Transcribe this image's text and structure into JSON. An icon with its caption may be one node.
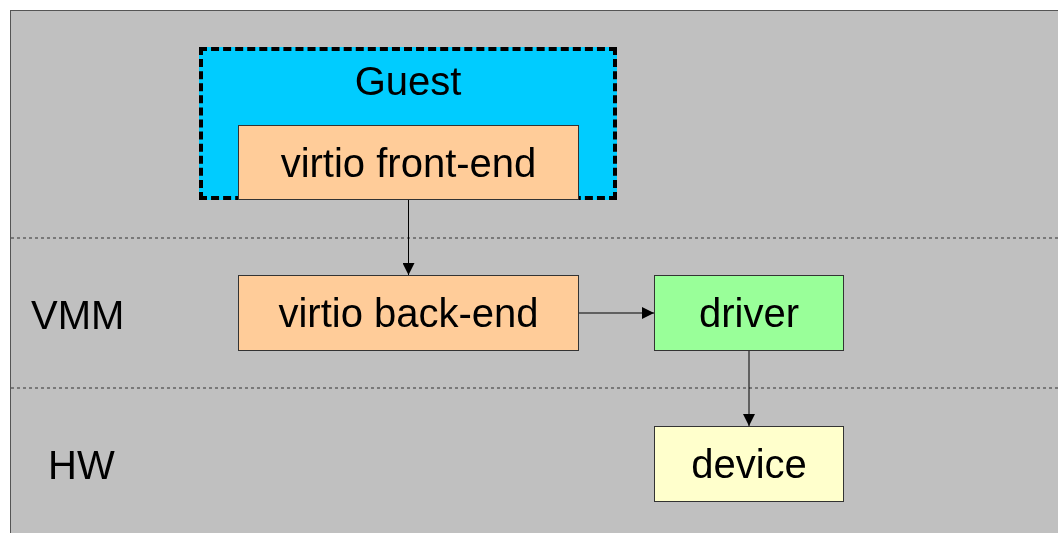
{
  "diagram": {
    "nodes": [
      {
        "text": [
          "Guest"
        ]
      },
      {
        "text": [
          "virtio front-end"
        ],
        "in": 0
      },
      {
        "text": [
          "virtio back-end"
        ]
      },
      {
        "text": [
          "driver"
        ]
      },
      {
        "text": [
          "device"
        ]
      }
    ],
    "edges": [
      {
        "from": 1,
        "to": 2,
        "arrow": "to"
      },
      {
        "from": 2,
        "to": 3,
        "arrow": "to"
      },
      {
        "from": 3,
        "to": 4,
        "arrow": "to"
      }
    ],
    "labels": [
      "VMM",
      "HW"
    ]
  }
}
